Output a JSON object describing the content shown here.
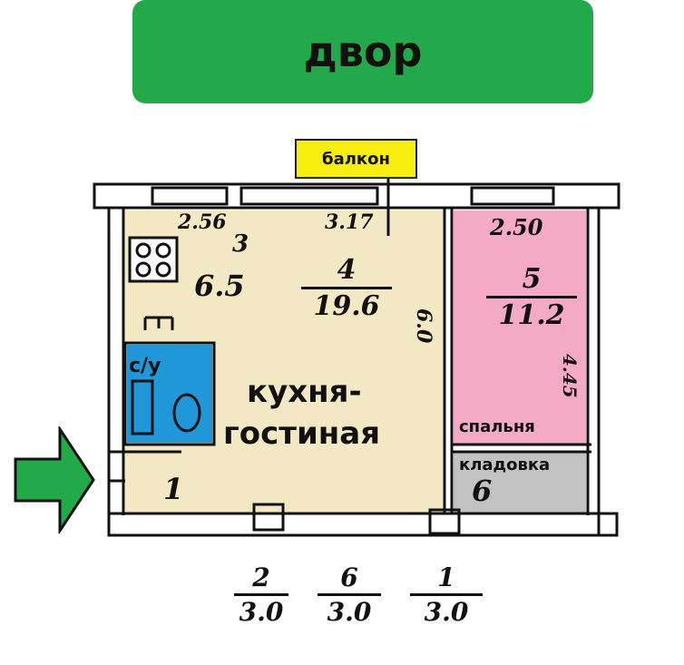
{
  "colors": {
    "banner": "#22a94a",
    "balcony": "#f7ee0f",
    "kitchen": "#f2e8c4",
    "bedroom": "#f4aac6",
    "storage": "#c2c2c2",
    "bathroom": "#1f97d8",
    "arrow": "#22a94a",
    "wall": "#111111"
  },
  "banner": {
    "label": "двор"
  },
  "balcony": {
    "label": "балкон"
  },
  "rooms": {
    "kitchen_living": {
      "label_line1": "кухня-",
      "label_line2": "гостиная",
      "number": "4",
      "area": "19.6"
    },
    "kitchen_corner": {
      "number": "3",
      "area": "6.5"
    },
    "bathroom": {
      "label": "с/у"
    },
    "bedroom": {
      "label": "спальня",
      "number": "5",
      "area": "11.2"
    },
    "storage": {
      "label": "кладовка",
      "number": "6"
    },
    "hall": {
      "number": "1"
    }
  },
  "dimensions": {
    "top_left": "2.56",
    "top_mid": "3.17",
    "top_right": "2.50",
    "vert_mid": "6.0",
    "vert_right": "4.45"
  },
  "footer_fractions": [
    {
      "top": "2",
      "bottom": "3.0"
    },
    {
      "top": "6",
      "bottom": "3.0"
    },
    {
      "top": "1",
      "bottom": "3.0"
    }
  ],
  "entrance": {
    "icon": "arrow-right-icon"
  }
}
